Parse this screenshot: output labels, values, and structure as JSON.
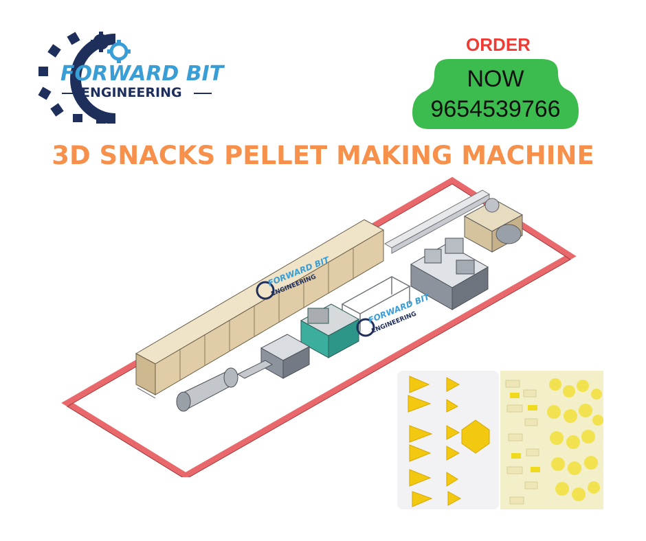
{
  "logo": {
    "line1": "FORWARD BIT",
    "line2": "ENGINEERING",
    "colors": {
      "blue": "#3a9ed6",
      "navy": "#1f2f5c"
    }
  },
  "order": {
    "label": "ORDER",
    "now": "NOW",
    "phone": "9654539766",
    "colors": {
      "label": "#ef3b33",
      "badge": "#3cbc4e"
    }
  },
  "title": {
    "text": "3D SNACKS PELLET MAKING MACHINE",
    "color": "#f6904a"
  },
  "plant": {
    "watermark_line1": "FORWARD BIT",
    "watermark_line2": "ENGINEERING",
    "frame_color": "#e8686b"
  },
  "photos": {
    "left_icon": "triangle-pellets-photo",
    "right_icon": "mixed-pellets-photo"
  }
}
